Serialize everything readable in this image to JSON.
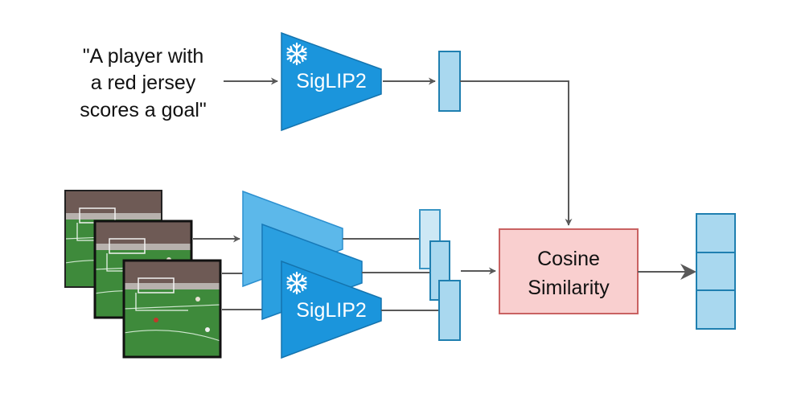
{
  "text_prompt": {
    "lines": [
      "\"A player with",
      "a red jersey",
      "scores a goal\""
    ]
  },
  "text_encoder": {
    "label": "SigLIP2",
    "frozen_icon": "snowflake-icon"
  },
  "image_encoder": {
    "label": "SigLIP2",
    "frozen_icon": "snowflake-icon"
  },
  "similarity_block": {
    "lines": [
      "Cosine",
      "Similarity"
    ]
  },
  "frames": [
    {
      "name": "video-frame-1",
      "content": "soccer match frame"
    },
    {
      "name": "video-frame-2",
      "content": "soccer match frame"
    },
    {
      "name": "video-frame-3",
      "content": "soccer match frame"
    }
  ],
  "output_cells": 3,
  "colors": {
    "encoder_front": "#1b95dc",
    "encoder_mid": "#2a9fe0",
    "encoder_back": "#5cb8ea",
    "embedding_fill": "#a9d8ef",
    "embedding_stroke": "#1f7fb0",
    "similarity_fill": "#f9cfcf",
    "similarity_stroke": "#c96262",
    "arrow": "#595959",
    "pitch": "#3f8a3c",
    "crowd": "#6e5a55"
  }
}
